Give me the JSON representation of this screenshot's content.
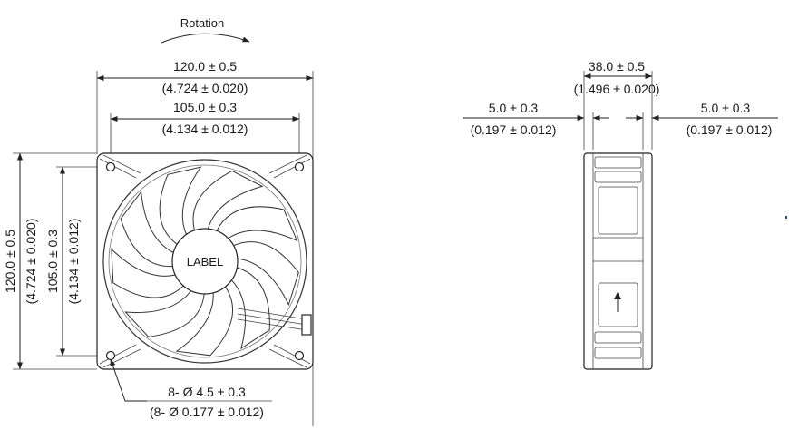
{
  "front_view": {
    "rotation_label": "Rotation",
    "hub_label": "LABEL",
    "overall_width_mm": "120.0 ± 0.5",
    "overall_width_in": "(4.724 ± 0.020)",
    "hole_pitch_mm": "105.0 ± 0.3",
    "hole_pitch_in": "(4.134 ± 0.012)",
    "overall_height_mm": "120.0 ± 0.5",
    "overall_height_in": "(4.724 ± 0.020)",
    "hole_pitch_v_mm": "105.0 ± 0.3",
    "hole_pitch_v_in": "(4.134 ± 0.012)",
    "holes_mm": "8- Ø 4.5 ± 0.3",
    "holes_in": "(8- Ø 0.177 ± 0.012)"
  },
  "side_view": {
    "depth_mm": "38.0 ± 0.5",
    "depth_in": "(1.496 ± 0.020)",
    "left_flange_mm": "5.0 ± 0.3",
    "left_flange_in": "(0.197 ± 0.012)",
    "right_flange_mm": "5.0 ± 0.3",
    "right_flange_in": "(0.197 ± 0.012)"
  }
}
